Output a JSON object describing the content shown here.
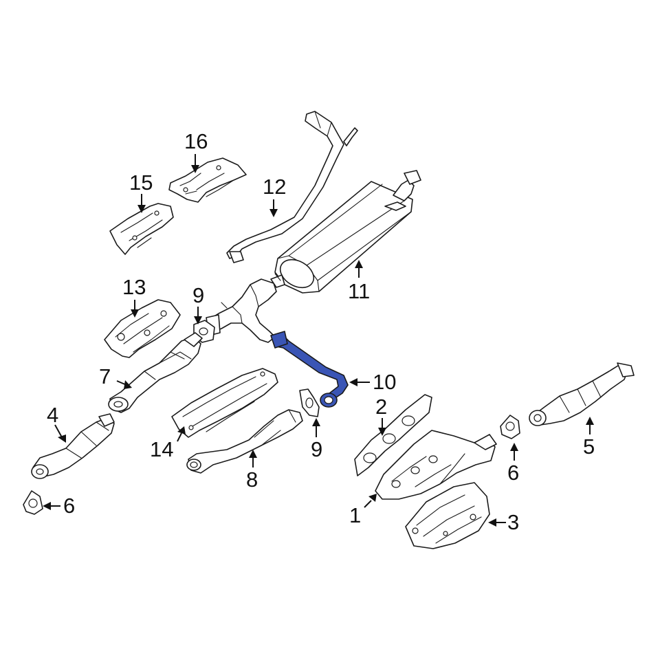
{
  "colors": {
    "highlight": "#3a55b5",
    "line": "#1a1a1a",
    "background": "#ffffff"
  },
  "callouts": [
    {
      "id": "c1",
      "label": "1"
    },
    {
      "id": "c2",
      "label": "2"
    },
    {
      "id": "c3",
      "label": "3"
    },
    {
      "id": "c4",
      "label": "4"
    },
    {
      "id": "c5",
      "label": "5"
    },
    {
      "id": "c6a",
      "label": "6"
    },
    {
      "id": "c6b",
      "label": "6"
    },
    {
      "id": "c7",
      "label": "7"
    },
    {
      "id": "c8",
      "label": "8"
    },
    {
      "id": "c9a",
      "label": "9"
    },
    {
      "id": "c9b",
      "label": "9"
    },
    {
      "id": "c10",
      "label": "10"
    },
    {
      "id": "c11",
      "label": "11"
    },
    {
      "id": "c12",
      "label": "12"
    },
    {
      "id": "c13",
      "label": "13"
    },
    {
      "id": "c14",
      "label": "14"
    },
    {
      "id": "c15",
      "label": "15"
    },
    {
      "id": "c16",
      "label": "16"
    }
  ]
}
